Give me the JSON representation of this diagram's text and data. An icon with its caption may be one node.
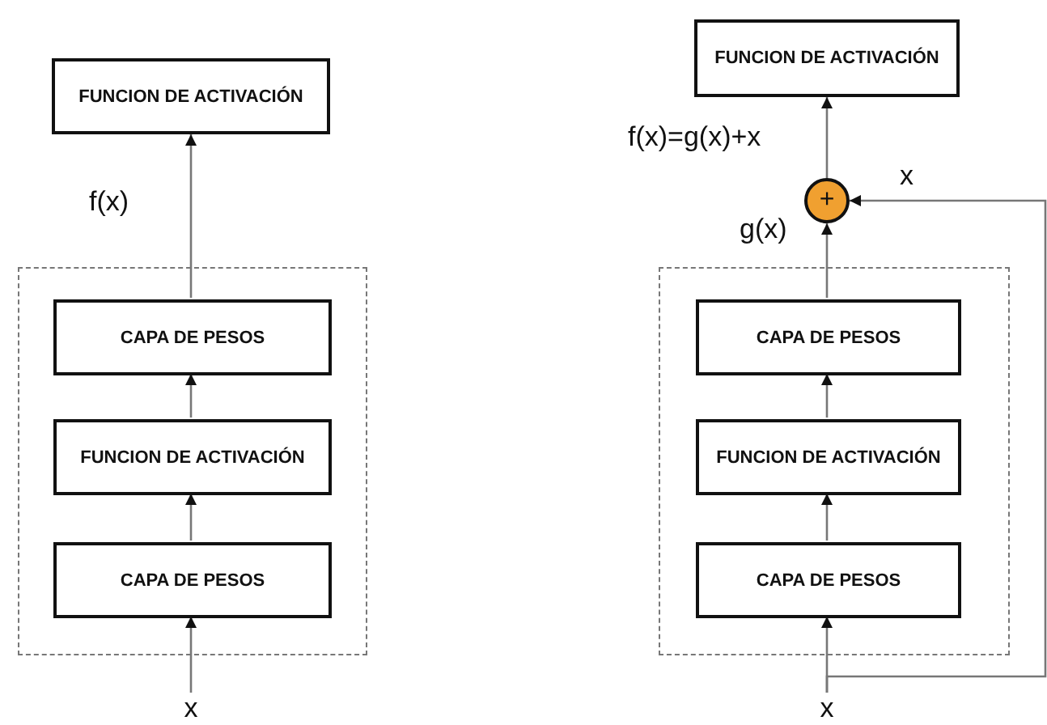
{
  "diagram": {
    "nodes": [
      {
        "text": [],
        "shape": "box"
      },
      {
        "text": [
          "FUNCION DE ACTIVACIÓN"
        ]
      },
      {
        "text": [
          "CAPA DE PESOS"
        ],
        "in": 0
      },
      {
        "text": [
          "FUNCION DE ACTIVACIÓN"
        ],
        "in": 0
      },
      {
        "text": [
          "CAPA DE PESOS"
        ],
        "in": 0
      },
      {
        "text": [
          "x"
        ]
      },
      {
        "text": [
          "FUNCION DE ACTIVACIÓN"
        ]
      },
      {
        "text": [
          "+"
        ]
      },
      {
        "text": [],
        "shape": "box"
      },
      {
        "text": [
          "CAPA DE PESOS"
        ],
        "in": 8
      },
      {
        "text": [
          "FUNCION DE ACTIVACIÓN"
        ],
        "in": 8
      },
      {
        "text": [
          "CAPA DE PESOS"
        ],
        "in": 8
      },
      {
        "text": [
          "x"
        ]
      }
    ],
    "edges": [
      {
        "from": 5,
        "to": 4,
        "arrow": "to"
      },
      {
        "from": 4,
        "to": 3,
        "arrow": "to"
      },
      {
        "from": 3,
        "to": 2,
        "arrow": "to"
      },
      {
        "from": 2,
        "to": 1,
        "arrow": "to",
        "label": "f(x)"
      },
      {
        "from": 12,
        "to": 11,
        "arrow": "to"
      },
      {
        "from": 11,
        "to": 10,
        "arrow": "to"
      },
      {
        "from": 10,
        "to": 9,
        "arrow": "to"
      },
      {
        "from": 9,
        "to": 7,
        "arrow": "to",
        "label": "g(x)"
      },
      {
        "from": 7,
        "to": 6,
        "arrow": "to",
        "label": "f(x)=g(x)+x"
      },
      {
        "from": 12,
        "to": 7,
        "arrow": "to",
        "label": "x"
      }
    ]
  }
}
